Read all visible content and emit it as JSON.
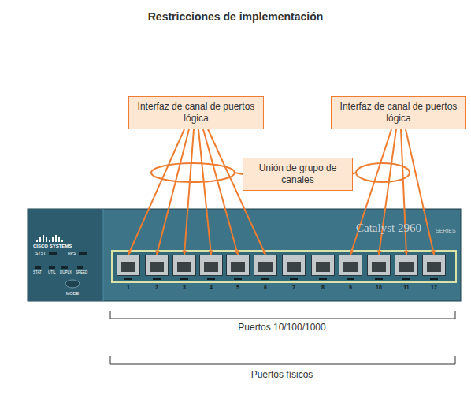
{
  "diagram": {
    "title": "Restricciones de implementación",
    "nodes": [
      {
        "text": [
          "Interfaz de canal de puertos lógica"
        ]
      },
      {
        "text": [
          "Interfaz de canal de puertos lógica"
        ]
      },
      {
        "text": [
          "Unión de grupo de canales"
        ]
      },
      {
        "text": [
          "1"
        ]
      },
      {
        "text": [
          "2"
        ]
      },
      {
        "text": [
          "3"
        ]
      },
      {
        "text": [
          "4"
        ]
      },
      {
        "text": [
          "5"
        ]
      },
      {
        "text": [
          "6"
        ]
      },
      {
        "text": [
          "7"
        ]
      },
      {
        "text": [
          "8"
        ]
      },
      {
        "text": [
          "9"
        ]
      },
      {
        "text": [
          "10"
        ]
      },
      {
        "text": [
          "11"
        ]
      },
      {
        "text": [
          "12"
        ]
      }
    ],
    "edges": [
      {
        "from": 0,
        "to": 3,
        "arrow": "to"
      },
      {
        "from": 0,
        "to": 4,
        "arrow": "to"
      },
      {
        "from": 0,
        "to": 5,
        "arrow": "to"
      },
      {
        "from": 0,
        "to": 6,
        "arrow": "to"
      },
      {
        "from": 0,
        "to": 7,
        "arrow": "to"
      },
      {
        "from": 0,
        "to": 8,
        "arrow": "to"
      },
      {
        "from": 1,
        "to": 11,
        "arrow": "to"
      },
      {
        "from": 1,
        "to": 12,
        "arrow": "to"
      },
      {
        "from": 1,
        "to": 13,
        "arrow": "to"
      },
      {
        "from": 1,
        "to": 14,
        "arrow": "to"
      }
    ],
    "labels": [
      "CISCO SYSTEMS",
      "SYST",
      "RPS",
      "STAT",
      "UTIL",
      "DUPLX",
      "SPEED",
      "MODE",
      "Catalyst 2960",
      "SERIES",
      "Puertos 10/100/1000",
      "Puertos físicos"
    ]
  }
}
